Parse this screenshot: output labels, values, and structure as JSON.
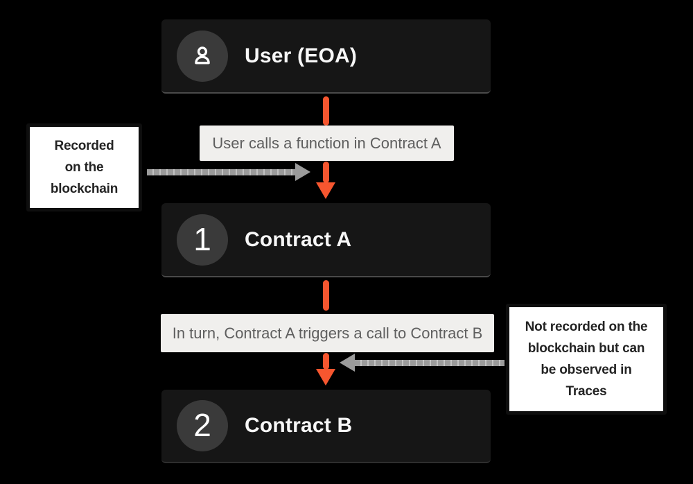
{
  "colors": {
    "background": "#000000",
    "accent": "#F6562F",
    "arrow": "#9B9B9B",
    "node_bg": "#161616",
    "badge_bg": "#3A3A3A",
    "node_text": "#F7F7F7",
    "label_bg": "#F0EFED",
    "label_text": "#5E5E5E",
    "annotation_border": "#0E0E0E",
    "annotation_text": "#232323"
  },
  "nodes": [
    {
      "label": "User (EOA)",
      "badge_icon": "user-icon"
    },
    {
      "label": "Contract A",
      "badge_number": "1"
    },
    {
      "label": "Contract B",
      "badge_number": "2"
    }
  ],
  "flow_labels": [
    {
      "text": "User calls a function in Contract A"
    },
    {
      "text": "In turn, Contract A triggers a call to Contract B"
    }
  ],
  "annotations": {
    "left": {
      "lines": [
        "Recorded",
        "on the",
        "blockchain"
      ]
    },
    "right": {
      "lines": [
        "Not recorded on the",
        "blockchain but can",
        "be observed in",
        "Traces"
      ]
    }
  }
}
